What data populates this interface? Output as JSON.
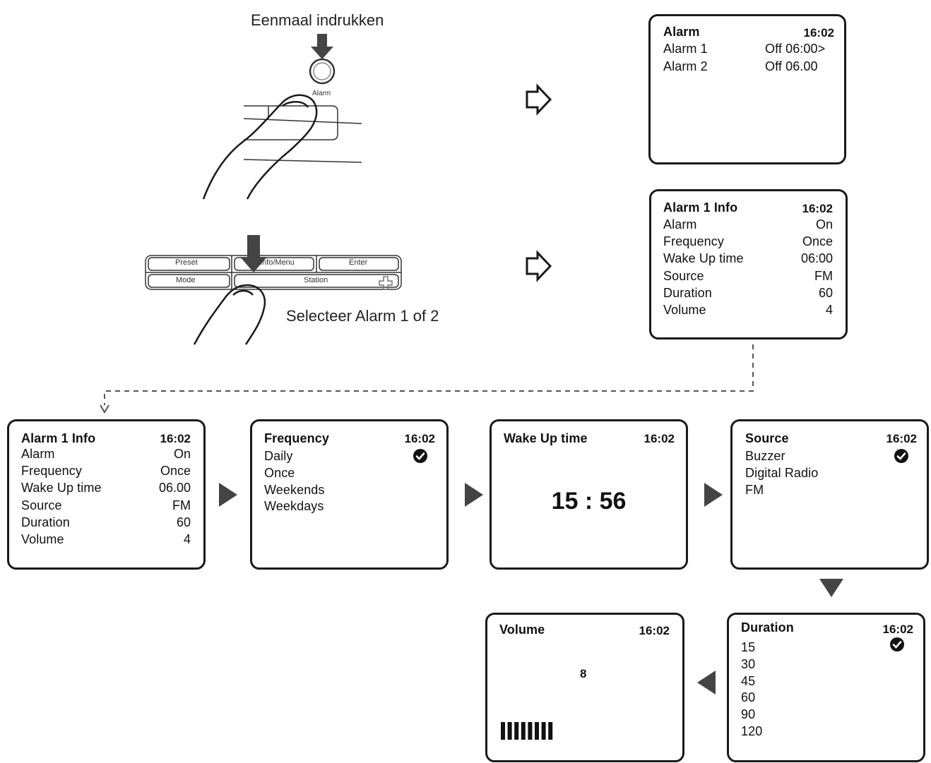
{
  "captions": {
    "press_once": "Eenmaal indrukken",
    "select_alarm": "Selecteer Alarm 1 of 2"
  },
  "device": {
    "alarm_button_label": "Alarm",
    "panel_buttons": [
      "Preset",
      "Info/Menu",
      "Enter",
      "Mode",
      "Station"
    ]
  },
  "clock": "16:02",
  "screen_alarm": {
    "title": "Alarm",
    "rows": [
      {
        "label": "Alarm 1",
        "value": "Off  06:00>"
      },
      {
        "label": "Alarm 2",
        "value": "Off 06.00"
      }
    ]
  },
  "screen_info_top": {
    "title": "Alarm 1 Info",
    "rows": [
      {
        "label": "Alarm",
        "value": "On"
      },
      {
        "label": "Frequency",
        "value": "Once"
      },
      {
        "label": "Wake Up time",
        "value": "06:00"
      },
      {
        "label": "Source",
        "value": "FM"
      },
      {
        "label": "Duration",
        "value": "60"
      },
      {
        "label": "Volume",
        "value": "4"
      }
    ]
  },
  "screen_info_bottom": {
    "title": "Alarm 1 Info",
    "rows": [
      {
        "label": "Alarm",
        "value": "On"
      },
      {
        "label": "Frequency",
        "value": "Once"
      },
      {
        "label": "Wake Up time",
        "value": "06.00"
      },
      {
        "label": "Source",
        "value": "FM"
      },
      {
        "label": "Duration",
        "value": "60"
      },
      {
        "label": "Volume",
        "value": "4"
      }
    ]
  },
  "screen_frequency": {
    "title": "Frequency",
    "options": [
      "Daily",
      "Once",
      "Weekends",
      "Weekdays"
    ],
    "checked_index": 0
  },
  "screen_wakeup": {
    "title": "Wake Up time",
    "time": "15 : 56"
  },
  "screen_source": {
    "title": "Source",
    "options": [
      "Buzzer",
      "Digital Radio",
      "FM"
    ],
    "checked_index": 0
  },
  "screen_duration": {
    "title": "Duration",
    "options": [
      "15",
      "30",
      "45",
      "60",
      "90",
      "120"
    ],
    "checked_index": 0
  },
  "screen_volume": {
    "title": "Volume",
    "value": "8",
    "level": 8
  },
  "colors": {
    "line": "#1a1a1a",
    "arrow_fill": "#444444",
    "dashed": "#555555"
  }
}
